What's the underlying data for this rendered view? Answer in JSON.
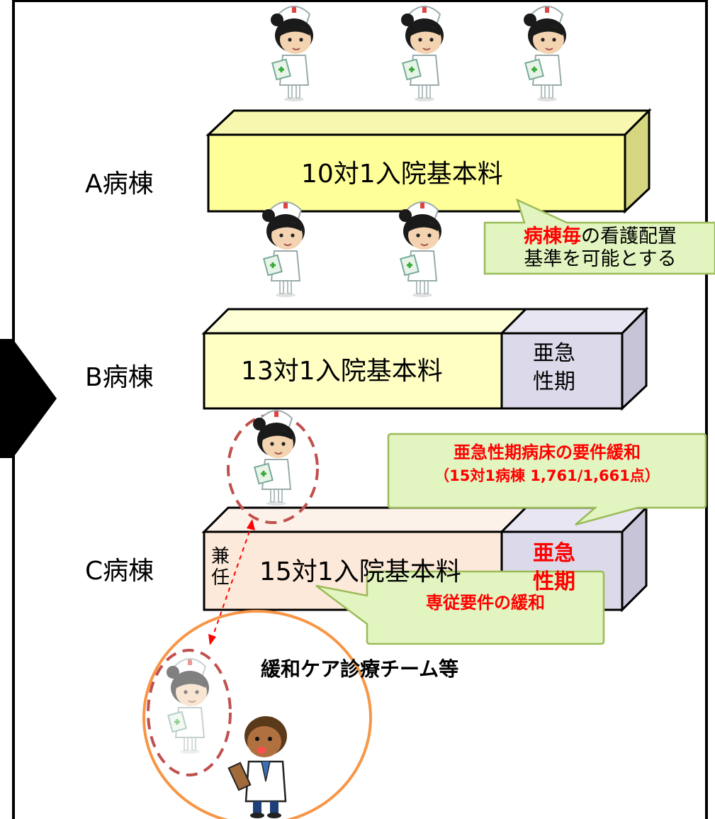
{
  "wards": {
    "a": {
      "label": "A病棟",
      "bar_text": "10対1入院基本料"
    },
    "b": {
      "label": "B病棟",
      "bar_text": "13対1入院基本料",
      "side_text_1": "亜急",
      "side_text_2": "性期"
    },
    "c": {
      "label": "C病棟",
      "bar_text": "15対1入院基本料",
      "side_text_1": "亜急",
      "side_text_2": "性期",
      "concurrent_1": "兼",
      "concurrent_2": "任"
    }
  },
  "callouts": {
    "ward_staffing": {
      "highlight": "病棟毎",
      "rest_line1": "の看護配置",
      "line2": "基準を可能とする"
    },
    "subacute": {
      "line1": "亜急性期病床の要件緩和",
      "line2": "（15対1病棟 1,761/1,661点）"
    },
    "dedicated": {
      "text": "専従要件の緩和"
    }
  },
  "palliative_team": {
    "label": "緩和ケア診療チーム等"
  },
  "icons": [
    "nurse-icon",
    "doctor-icon",
    "right-arrow-icon"
  ],
  "colors": {
    "a_front": "#ffff99",
    "a_top": "#f7f7b0",
    "a_side": "#d6d680",
    "b_front": "#ffffc4",
    "b_top": "#fdfdd6",
    "b_side": "#cfcfa0",
    "c_front": "#fde9d9",
    "c_top": "#fdf2e9",
    "c_side": "#d9c7b8",
    "subacute_box": "#dcdaea",
    "subacute_top": "#e8e6f2",
    "subacute_side": "#c8c4d8",
    "callout_fill": "#e2f5c0",
    "callout_border": "#9bbb59",
    "red_text": "#ff0000",
    "dashed_circle": "#c0504d",
    "team_circle": "#f79646"
  }
}
